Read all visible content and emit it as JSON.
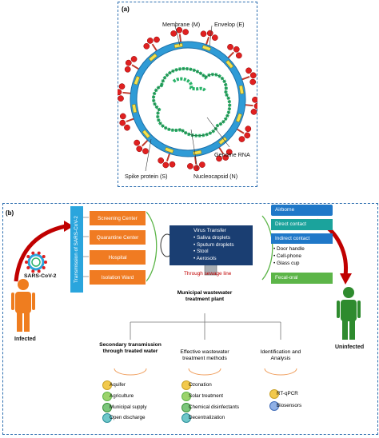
{
  "panel_a": {
    "label": "(a)",
    "labels": {
      "membrane": "Membrane (M)",
      "envelop": "Envelop (E)",
      "genome": "Genome RNA",
      "spike": "Spike protein (S)",
      "nucleocapsid": "Nucleocapsid (N)"
    }
  },
  "panel_b": {
    "label": "(b)",
    "virus_label": "SARS-CoV-2",
    "infected": "Infected",
    "uninfected": "Uninfected",
    "transmission_title": "Transmission of SARS-CoV-2",
    "centers": [
      "Screening Center",
      "Quarantine Center",
      "Hospital",
      "Isolation Ward"
    ],
    "virus_transfer": {
      "title": "Virus Transfer",
      "items": [
        "Saliva droplets",
        "Sputum droplets",
        "Stool",
        "Aerosols"
      ]
    },
    "sewage_label": "Through sewage line",
    "routes": {
      "airborne": "Airborne",
      "direct": "Direct contact",
      "indirect": "Indirect contact",
      "indirect_items": [
        "Door handle",
        "Cell-phone",
        "Glass cup"
      ],
      "fecal": "Fecal-oral"
    },
    "plant": "Municipal wastewater treatment plant",
    "branches": {
      "secondary": "Secondary transmission through treated water",
      "methods": "Effective wastewater treatment methods",
      "identification": "Identification and Analysis"
    },
    "secondary_items": [
      "Aquifer",
      "Agriculture",
      "Municipal supply",
      "Open discharge"
    ],
    "method_items": [
      "Ozonation",
      "Solar treatment",
      "Chemical disinfectants",
      "Decentralization"
    ],
    "identification_items": [
      "RT-qPCR",
      "Biosensors"
    ],
    "colors": {
      "orange": "#f07b22",
      "teal": "#1ba39c",
      "green": "#5cb548",
      "blue": "#2aa5dd",
      "navy": "#1a3e72",
      "person_orange": "#ef7d1f",
      "person_green": "#2e8b2e"
    }
  }
}
